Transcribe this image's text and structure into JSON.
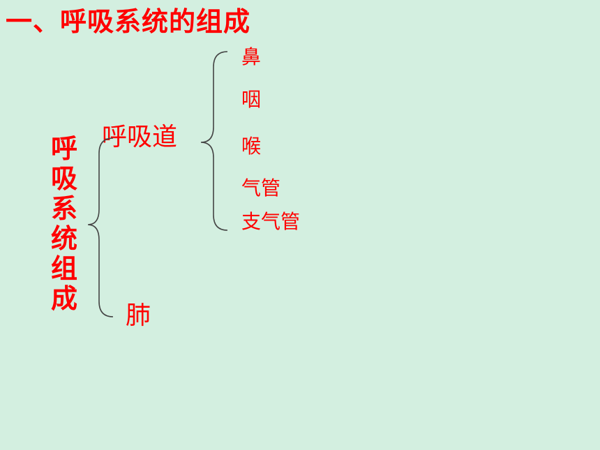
{
  "slide": {
    "title": "一、呼吸系统的组成",
    "root_label": "呼吸系统组成",
    "branches": [
      {
        "label": "呼吸道",
        "children": [
          "鼻",
          "咽",
          "喉",
          "气管",
          "支气管"
        ]
      },
      {
        "label": "肺",
        "children": []
      }
    ],
    "colors": {
      "background": "#d3efe0",
      "text": "#ff0000",
      "brace": "#444444"
    }
  }
}
